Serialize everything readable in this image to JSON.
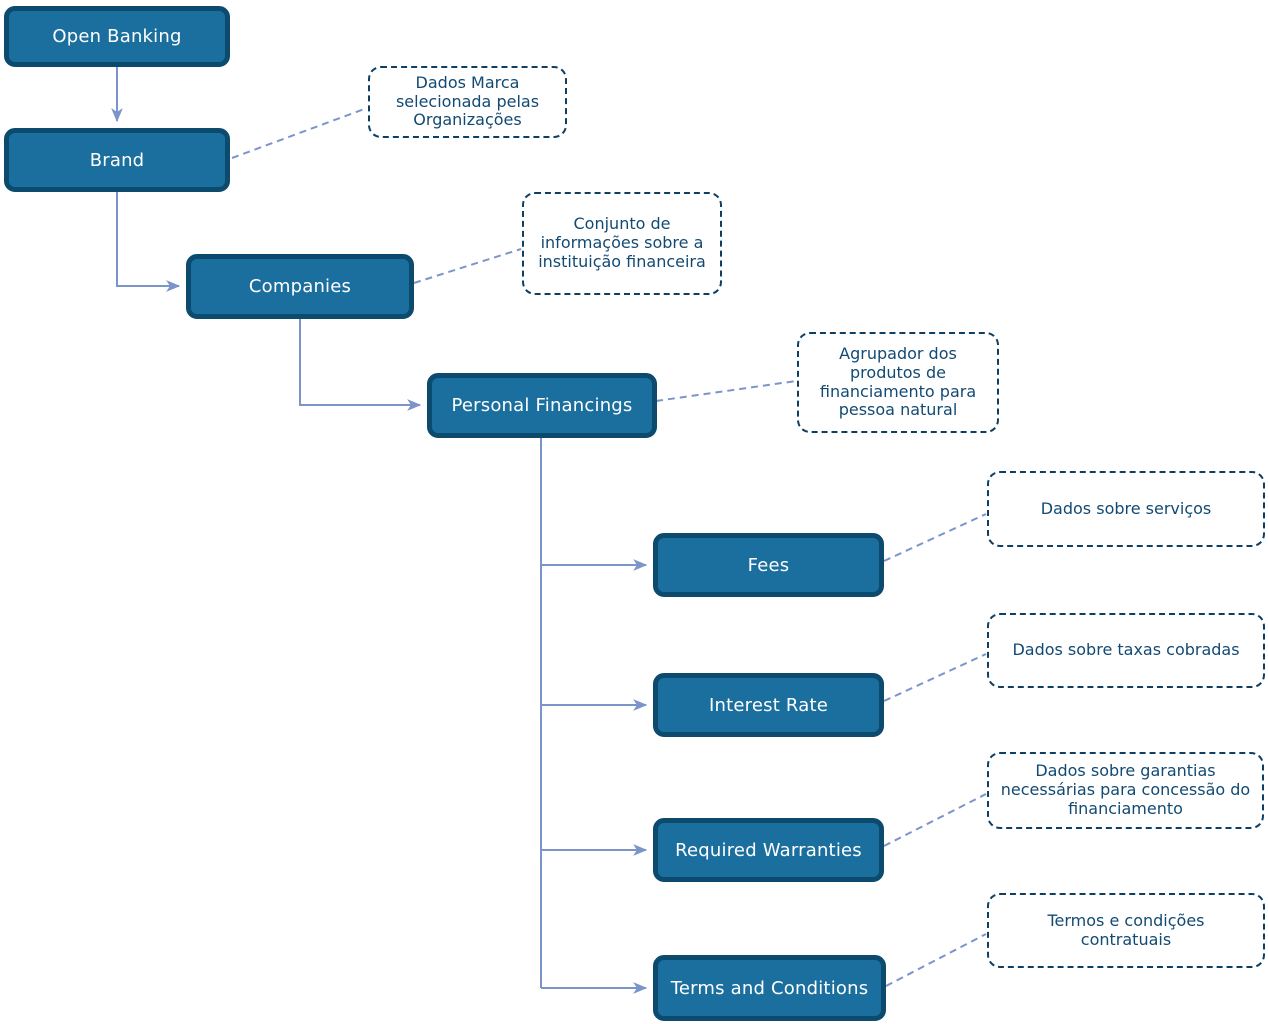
{
  "diagram_type": "flowchart",
  "colors": {
    "node_fill": "#1b6f9e",
    "node_border": "#0c4a6e",
    "node_text": "#ffffff",
    "note_border": "#0e3f63",
    "note_text": "#124a73",
    "wire": "#7b95cb",
    "background": "#ffffff"
  },
  "nodes": [
    {
      "id": "open-banking",
      "label": "Open Banking"
    },
    {
      "id": "brand",
      "label": "Brand"
    },
    {
      "id": "companies",
      "label": "Companies"
    },
    {
      "id": "personal-financings",
      "label": "Personal Financings"
    },
    {
      "id": "fees",
      "label": "Fees"
    },
    {
      "id": "interest-rate",
      "label": "Interest Rate"
    },
    {
      "id": "required-warranties",
      "label": "Required Warranties"
    },
    {
      "id": "terms-and-conditions",
      "label": "Terms and Conditions"
    }
  ],
  "annotations": [
    {
      "for": "brand",
      "text": "Dados Marca selecionada pelas Organizações"
    },
    {
      "for": "companies",
      "text": "Conjunto de informações sobre a instituição financeira"
    },
    {
      "for": "personal-financings",
      "text": "Agrupador dos produtos de financiamento para pessoa natural"
    },
    {
      "for": "fees",
      "text": "Dados sobre serviços"
    },
    {
      "for": "interest-rate",
      "text": "Dados sobre taxas cobradas"
    },
    {
      "for": "required-warranties",
      "text": "Dados sobre garantias necessárias para concessão do financiamento"
    },
    {
      "for": "terms-and-conditions",
      "text": "Termos e condições contratuais"
    }
  ],
  "edges": [
    {
      "from": "open-banking",
      "to": "brand",
      "style": "solid-arrow"
    },
    {
      "from": "brand",
      "to": "companies",
      "style": "solid-arrow"
    },
    {
      "from": "companies",
      "to": "personal-financings",
      "style": "solid-arrow"
    },
    {
      "from": "personal-financings",
      "to": "fees",
      "style": "solid-arrow"
    },
    {
      "from": "personal-financings",
      "to": "interest-rate",
      "style": "solid-arrow"
    },
    {
      "from": "personal-financings",
      "to": "required-warranties",
      "style": "solid-arrow"
    },
    {
      "from": "personal-financings",
      "to": "terms-and-conditions",
      "style": "solid-arrow"
    },
    {
      "from": "brand",
      "to": "annotation",
      "style": "dashed"
    },
    {
      "from": "companies",
      "to": "annotation",
      "style": "dashed"
    },
    {
      "from": "personal-financings",
      "to": "annotation",
      "style": "dashed"
    },
    {
      "from": "fees",
      "to": "annotation",
      "style": "dashed"
    },
    {
      "from": "interest-rate",
      "to": "annotation",
      "style": "dashed"
    },
    {
      "from": "required-warranties",
      "to": "annotation",
      "style": "dashed"
    },
    {
      "from": "terms-and-conditions",
      "to": "annotation",
      "style": "dashed"
    }
  ]
}
